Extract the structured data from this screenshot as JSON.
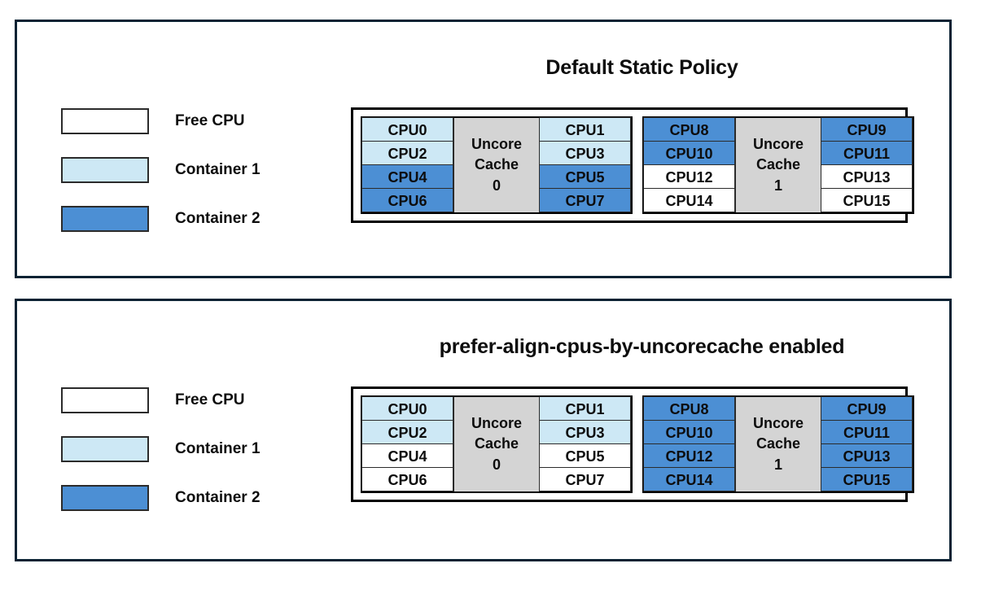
{
  "panels": [
    {
      "title": "Default Static Policy",
      "legend": [
        {
          "label": "Free CPU",
          "state": "free",
          "color": "#ffffff"
        },
        {
          "label": "Container 1",
          "state": "container1",
          "color": "#cde8f5"
        },
        {
          "label": "Container 2",
          "state": "container2",
          "color": "#4c8fd4"
        }
      ],
      "cache_groups": [
        {
          "cache_label_line1": "Uncore",
          "cache_label_line2": "Cache",
          "cache_index": "0",
          "left_column": [
            {
              "label": "CPU0",
              "state": "container1"
            },
            {
              "label": "CPU2",
              "state": "container1"
            },
            {
              "label": "CPU4",
              "state": "container2"
            },
            {
              "label": "CPU6",
              "state": "container2"
            }
          ],
          "right_column": [
            {
              "label": "CPU1",
              "state": "container1"
            },
            {
              "label": "CPU3",
              "state": "container1"
            },
            {
              "label": "CPU5",
              "state": "container2"
            },
            {
              "label": "CPU7",
              "state": "container2"
            }
          ]
        },
        {
          "cache_label_line1": "Uncore",
          "cache_label_line2": "Cache",
          "cache_index": "1",
          "left_column": [
            {
              "label": "CPU8",
              "state": "container2"
            },
            {
              "label": "CPU10",
              "state": "container2"
            },
            {
              "label": "CPU12",
              "state": "free"
            },
            {
              "label": "CPU14",
              "state": "free"
            }
          ],
          "right_column": [
            {
              "label": "CPU9",
              "state": "container2"
            },
            {
              "label": "CPU11",
              "state": "container2"
            },
            {
              "label": "CPU13",
              "state": "free"
            },
            {
              "label": "CPU15",
              "state": "free"
            }
          ]
        }
      ]
    },
    {
      "title": "prefer-align-cpus-by-uncorecache enabled",
      "legend": [
        {
          "label": "Free CPU",
          "state": "free",
          "color": "#ffffff"
        },
        {
          "label": "Container 1",
          "state": "container1",
          "color": "#cde8f5"
        },
        {
          "label": "Container 2",
          "state": "container2",
          "color": "#4c8fd4"
        }
      ],
      "cache_groups": [
        {
          "cache_label_line1": "Uncore",
          "cache_label_line2": "Cache",
          "cache_index": "0",
          "left_column": [
            {
              "label": "CPU0",
              "state": "container1"
            },
            {
              "label": "CPU2",
              "state": "container1"
            },
            {
              "label": "CPU4",
              "state": "free"
            },
            {
              "label": "CPU6",
              "state": "free"
            }
          ],
          "right_column": [
            {
              "label": "CPU1",
              "state": "container1"
            },
            {
              "label": "CPU3",
              "state": "container1"
            },
            {
              "label": "CPU5",
              "state": "free"
            },
            {
              "label": "CPU7",
              "state": "free"
            }
          ]
        },
        {
          "cache_label_line1": "Uncore",
          "cache_label_line2": "Cache",
          "cache_index": "1",
          "left_column": [
            {
              "label": "CPU8",
              "state": "container2"
            },
            {
              "label": "CPU10",
              "state": "container2"
            },
            {
              "label": "CPU12",
              "state": "container2"
            },
            {
              "label": "CPU14",
              "state": "container2"
            }
          ],
          "right_column": [
            {
              "label": "CPU9",
              "state": "container2"
            },
            {
              "label": "CPU11",
              "state": "container2"
            },
            {
              "label": "CPU13",
              "state": "container2"
            },
            {
              "label": "CPU15",
              "state": "container2"
            }
          ]
        }
      ]
    }
  ]
}
